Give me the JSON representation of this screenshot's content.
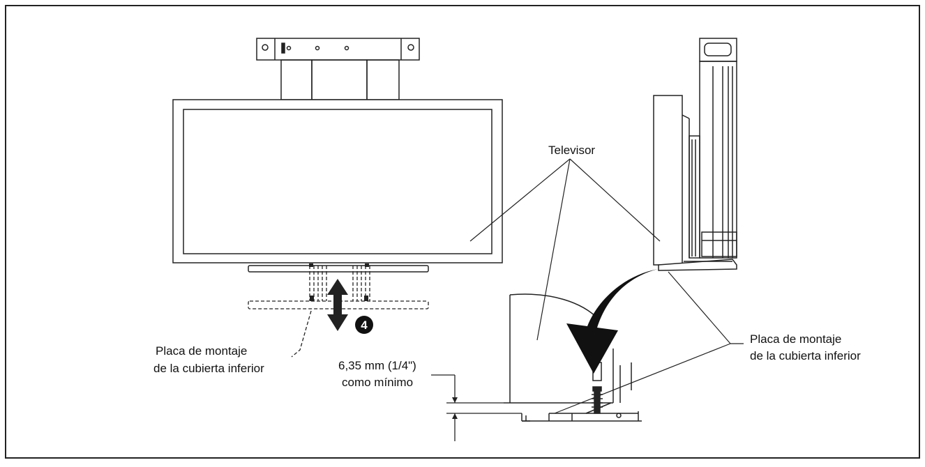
{
  "labels": {
    "tv": "Televisor",
    "plate_left_line1": "Placa de montaje",
    "plate_left_line2": "de la cubierta inferior",
    "plate_right_line1": "Placa de montaje",
    "plate_right_line2": "de la cubierta inferior",
    "gap_line1": "6,35 mm (1/4\")",
    "gap_line2": "como mínimo",
    "step_number": "4"
  }
}
